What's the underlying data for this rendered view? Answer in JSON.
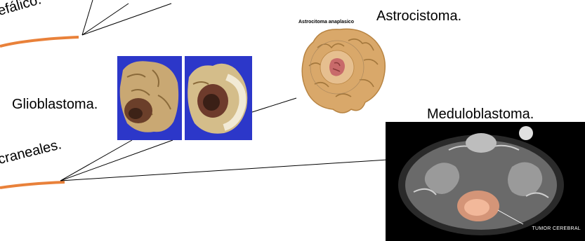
{
  "labels": {
    "top_left_fragment": "efálico.",
    "mid_left_fragment": "craneales.",
    "glioblastoma": "Glioblastoma.",
    "astrocistoma": "Astrocistoma.",
    "meduloblastoma": "Meduloblastoma."
  },
  "images": {
    "astro_caption": "Astrocitoma anaplasico",
    "mri_caption": "TUMOR CEREBRAL"
  },
  "colors": {
    "accent_orange": "#e9813a",
    "specimen_bg": "#2c37c9",
    "brain_tan": "#d9a86a",
    "tumor_pink": "#c86a6a"
  }
}
